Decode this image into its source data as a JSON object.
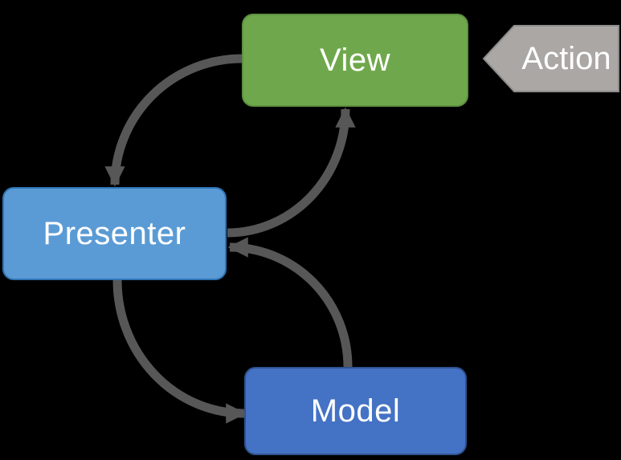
{
  "diagram": {
    "type": "mvp-architecture",
    "background_color": "#000000",
    "arrow_color": "#575757",
    "nodes": [
      {
        "id": "view",
        "label": "View",
        "fill": "#6FA84C",
        "border_color": "#5E9041",
        "text_color": "#FFFFFF"
      },
      {
        "id": "presenter",
        "label": "Presenter",
        "fill": "#5B9BD5",
        "border_color": "#2E75B6",
        "text_color": "#FFFFFF"
      },
      {
        "id": "model",
        "label": "Model",
        "fill": "#4472C4",
        "border_color": "#2F528F",
        "text_color": "#FFFFFF"
      }
    ],
    "action_tag": {
      "label": "Action",
      "fill": "#AAA7A5",
      "border_color": "#8C8C8C",
      "text_color": "#FFFFFF",
      "points_to": "view"
    },
    "edges": [
      {
        "from": "View",
        "to": "Presenter"
      },
      {
        "from": "Presenter",
        "to": "View"
      },
      {
        "from": "Model",
        "to": "Presenter"
      },
      {
        "from": "Presenter",
        "to": "Model"
      }
    ]
  }
}
